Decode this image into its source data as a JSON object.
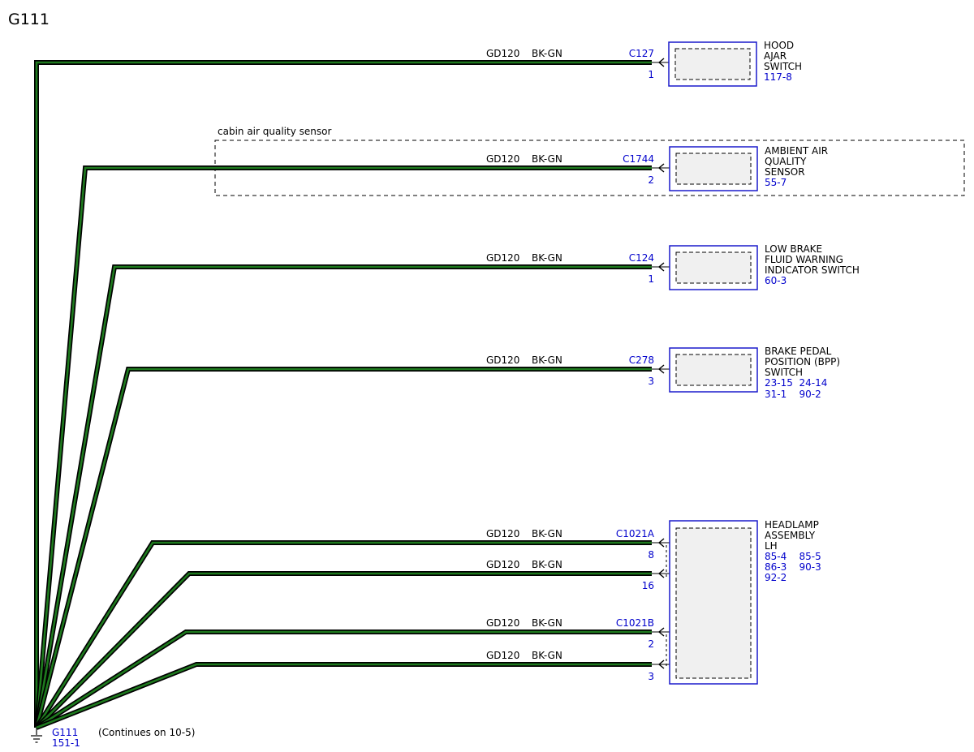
{
  "diagram": {
    "title": "G111",
    "wire_circuit": "GD120",
    "wire_color": "BK-GN",
    "colors": {
      "wire_core": "#1e7a1e",
      "wire_outline": "#000000",
      "ref_text": "#0000cc",
      "component_border": "#1a1acc",
      "component_fill": "#f0f0f0"
    },
    "cabin_group_label": "cabin air quality sensor",
    "ground": {
      "label": "G111",
      "ref": "151-1",
      "note": "(Continues on 10-5)",
      "symbol": "ground-icon"
    },
    "components": [
      {
        "name_lines": [
          "HOOD",
          "AJAR",
          "SWITCH"
        ],
        "refs": [
          "117-8"
        ]
      },
      {
        "name_lines": [
          "AMBIENT AIR",
          "QUALITY",
          "SENSOR"
        ],
        "refs": [
          "55-7"
        ]
      },
      {
        "name_lines": [
          "LOW BRAKE",
          "FLUID WARNING",
          "INDICATOR SWITCH"
        ],
        "refs": [
          "60-3"
        ]
      },
      {
        "name_lines": [
          "BRAKE PEDAL",
          "POSITION (BPP)",
          "SWITCH"
        ],
        "refs": [
          "23-15  24-14",
          "31-1    90-2"
        ]
      },
      {
        "name_lines": [
          "HEADLAMP",
          "ASSEMBLY",
          "LH"
        ],
        "refs": [
          "85-4    85-5",
          "86-3    90-3",
          "92-2"
        ]
      }
    ],
    "wires": [
      {
        "connector": "C127",
        "pin": "1"
      },
      {
        "connector": "C1744",
        "pin": "2"
      },
      {
        "connector": "C124",
        "pin": "1"
      },
      {
        "connector": "C278",
        "pin": "3"
      },
      {
        "connector": "C1021A",
        "pin": "8"
      },
      {
        "connector": "",
        "pin": "16"
      },
      {
        "connector": "C1021B",
        "pin": "2"
      },
      {
        "connector": "",
        "pin": "3"
      }
    ]
  }
}
